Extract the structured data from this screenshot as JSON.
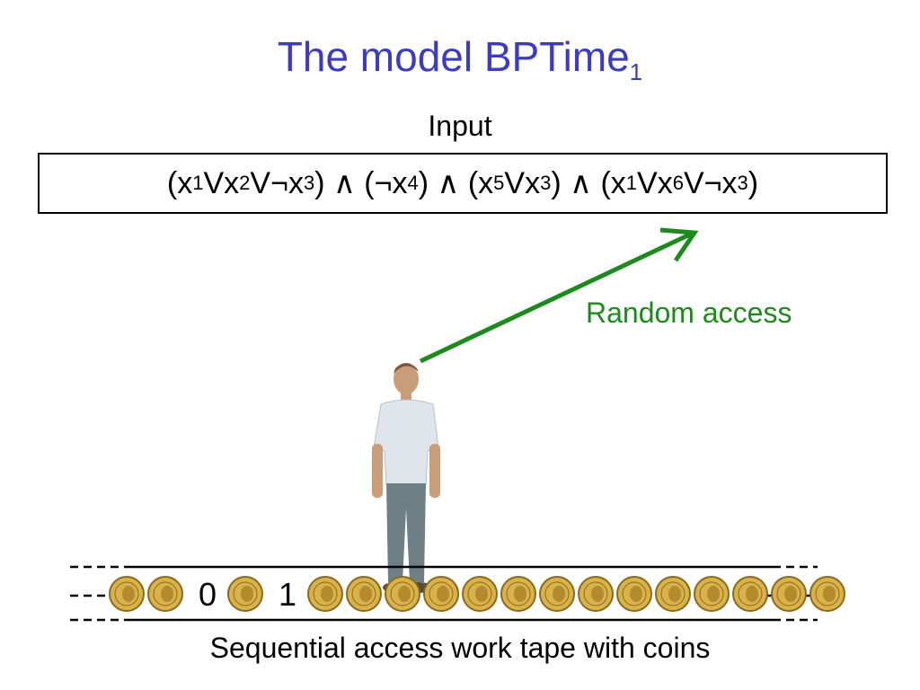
{
  "title": {
    "main": "The model BPTime",
    "subscript": "1"
  },
  "input_label": "Input",
  "formula": [
    {
      "t": "(x"
    },
    {
      "s": "1"
    },
    {
      "t": "Vx"
    },
    {
      "s": "2"
    },
    {
      "t": "V¬x"
    },
    {
      "s": "3"
    },
    {
      "t": " ) ∧ (¬x"
    },
    {
      "s": "4"
    },
    {
      "t": ") ∧ (x"
    },
    {
      "s": "5"
    },
    {
      "t": "Vx"
    },
    {
      "s": "3"
    },
    {
      "t": ") ∧ (x"
    },
    {
      "s": "1"
    },
    {
      "t": "Vx"
    },
    {
      "s": "6"
    },
    {
      "t": "V¬x"
    },
    {
      "s": "3"
    },
    {
      "t": " )"
    }
  ],
  "arrow_label": "Random access",
  "tape": {
    "cells": [
      "coin",
      "coin",
      "0",
      "coin",
      "1",
      "coin",
      "coin",
      "coin",
      "coin",
      "coin",
      "coin",
      "coin",
      "coin",
      "coin",
      "coin",
      "coin",
      "coin",
      "coin",
      "coin"
    ],
    "caption": "Sequential access work tape with coins"
  },
  "colors": {
    "title": "#3b3bc4",
    "arrow": "#1c8a1c",
    "coin_fill": "#d9b24a",
    "coin_edge": "#8a6a1e"
  }
}
